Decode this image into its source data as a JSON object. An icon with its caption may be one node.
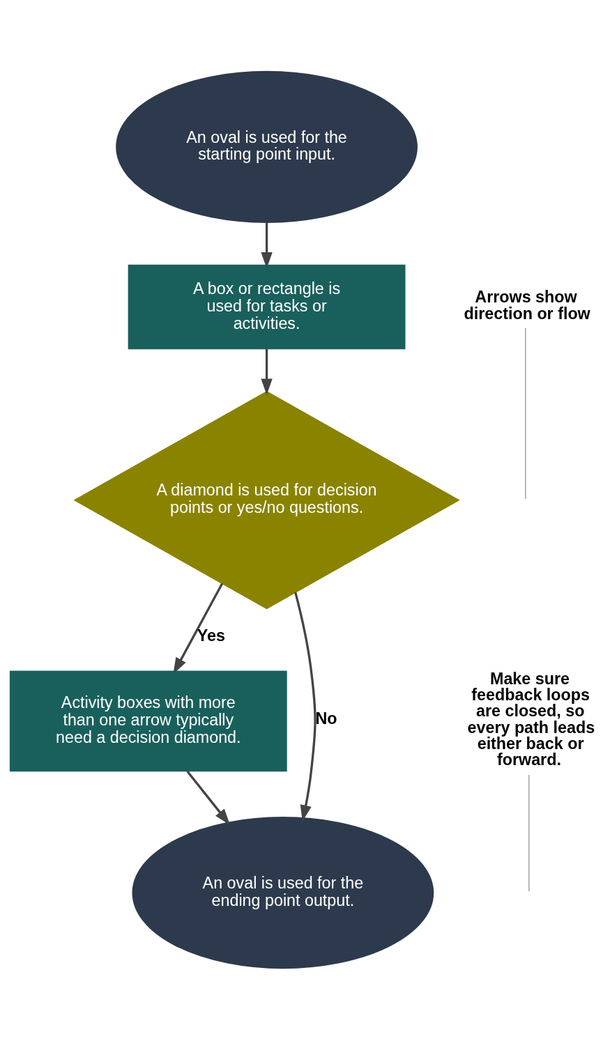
{
  "diagram": {
    "nodes": [
      {
        "text": [
          "An oval is used for the starting point input."
        ]
      },
      {
        "text": [
          "A box or rectangle is used for tasks or activities."
        ]
      },
      {
        "text": [
          "A diamond is used for decision points or yes/no questions."
        ]
      },
      {
        "text": [
          "Activity boxes with more than one arrow typically need a decision diamond."
        ]
      },
      {
        "text": [
          "An oval is used for the ending point output."
        ]
      },
      {
        "text": [
          "Arrows show direction or flow"
        ]
      },
      {
        "text": [
          "Make sure feedback loops are closed, so every path leads either back or forward."
        ]
      }
    ],
    "edges": [
      {
        "from": 0,
        "to": 1,
        "arrow": "to"
      },
      {
        "from": 1,
        "to": 2,
        "arrow": "to"
      },
      {
        "from": 2,
        "to": 3,
        "arrow": "to",
        "label": "Yes"
      },
      {
        "from": 3,
        "to": 4,
        "arrow": "to"
      },
      {
        "from": 2,
        "to": 4,
        "arrow": "to",
        "label": "No"
      },
      {
        "from": 5,
        "to": null,
        "arrow": "none",
        "color": "#aaaaaa"
      },
      {
        "from": 6,
        "to": null,
        "arrow": "none",
        "color": "#aaaaaa"
      }
    ]
  }
}
